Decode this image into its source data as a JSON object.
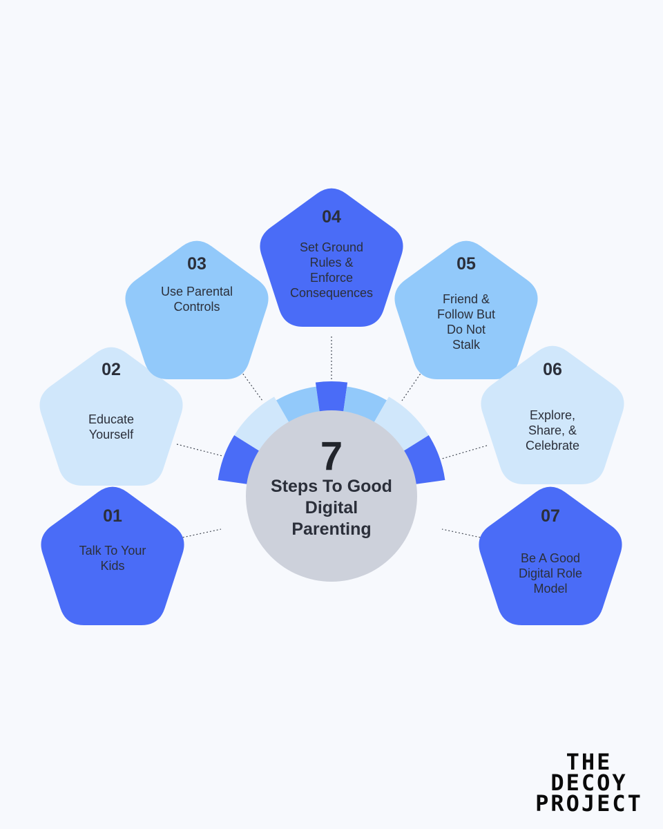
{
  "center": {
    "number": "7",
    "title_lines": [
      "Steps To Good",
      "Digital",
      "Parenting"
    ]
  },
  "colors": {
    "background": "#f7f9fd",
    "dark_blue": "#4a6cf7",
    "mid_blue": "#92c9fa",
    "light_blue": "#d0e7fb",
    "center_circle": "#cdd1db"
  },
  "steps": [
    {
      "number": "01",
      "label_lines": [
        "Talk To Your",
        "Kids"
      ],
      "color": "dark_blue"
    },
    {
      "number": "02",
      "label_lines": [
        "Educate",
        "Yourself"
      ],
      "color": "light_blue"
    },
    {
      "number": "03",
      "label_lines": [
        "Use Parental",
        "Controls"
      ],
      "color": "mid_blue"
    },
    {
      "number": "04",
      "label_lines": [
        "Set Ground",
        "Rules &",
        "Enforce",
        "Consequences"
      ],
      "color": "dark_blue"
    },
    {
      "number": "05",
      "label_lines": [
        "Friend &",
        "Follow But",
        "Do Not",
        "Stalk"
      ],
      "color": "mid_blue"
    },
    {
      "number": "06",
      "label_lines": [
        "Explore,",
        "Share, &",
        "Celebrate"
      ],
      "color": "light_blue"
    },
    {
      "number": "07",
      "label_lines": [
        "Be A Good",
        "Digital Role",
        "Model"
      ],
      "color": "dark_blue"
    }
  ],
  "logo": {
    "lines": [
      "THE",
      "DECOY",
      "PROJECT"
    ]
  }
}
